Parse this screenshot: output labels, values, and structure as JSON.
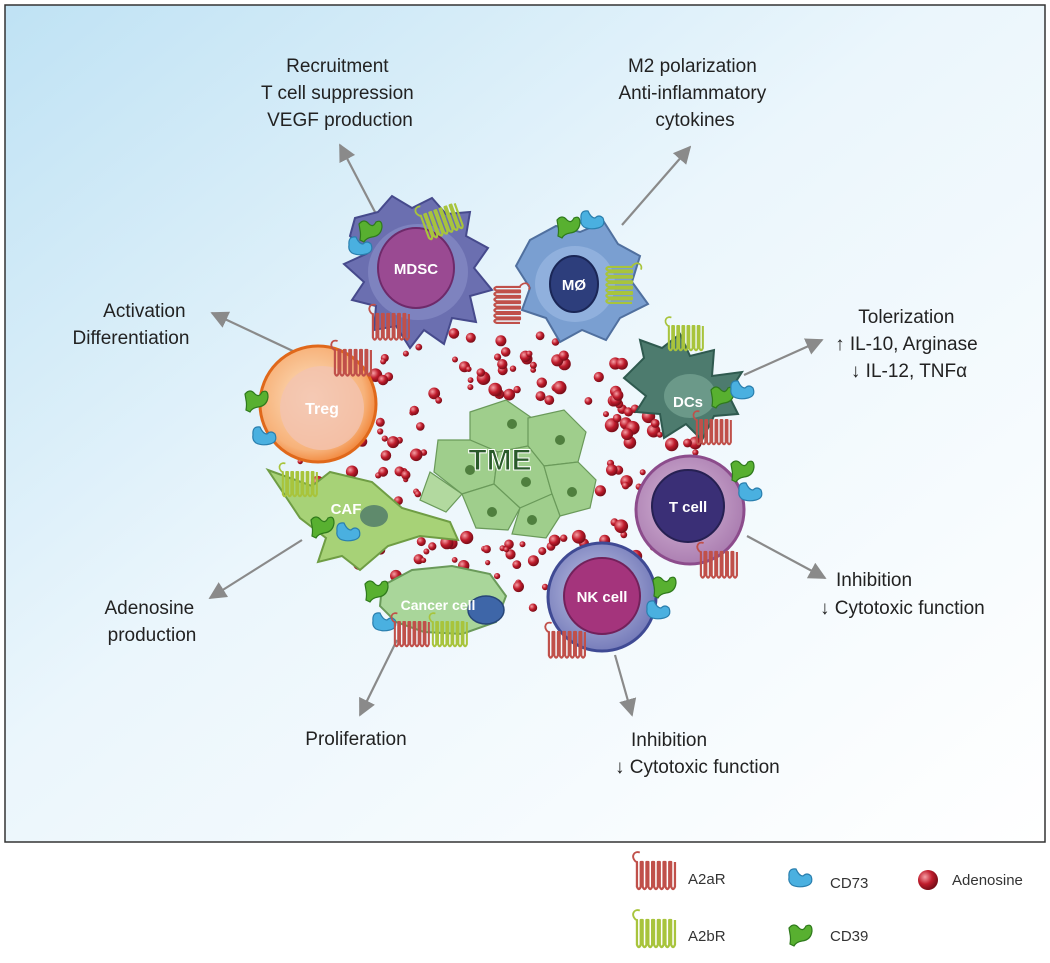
{
  "center": {
    "label": "TME"
  },
  "cells": {
    "mdsc": "MDSC",
    "macrophage": "MØ",
    "dcs": "DCs",
    "treg": "Treg",
    "caf": "CAF",
    "tcell": "T cell",
    "nkcell": "NK cell",
    "cancer": "Cancer cell"
  },
  "effects": {
    "mdsc": [
      "Recruitment",
      "T cell suppression",
      "VEGF production"
    ],
    "macrophage": [
      "M2 polarization",
      "Anti-inflammatory",
      "cytokines"
    ],
    "treg": [
      "Activation",
      "Differentiation"
    ],
    "dcs": [
      "Tolerization",
      "↑ IL-10, Arginase",
      "↓ IL-12, TNFα"
    ],
    "tcell": [
      "Inhibition",
      "↓ Cytotoxic function"
    ],
    "nkcell": [
      "Inhibition",
      "↓ Cytotoxic function"
    ],
    "caf": [
      "Adenosine",
      "production"
    ],
    "cancer": [
      "Proliferation"
    ]
  },
  "legend": {
    "a2ar": "A2aR",
    "a2br": "A2bR",
    "cd73": "CD73",
    "cd39": "CD39",
    "adenosine": "Adenosine"
  },
  "colors": {
    "a2ar": "#c0504a",
    "a2br": "#a8c43c",
    "cd73": "#4ab0e0",
    "cd39": "#58b030",
    "adenosine": "#c01c2c",
    "arrow": "#8a8a8a"
  }
}
